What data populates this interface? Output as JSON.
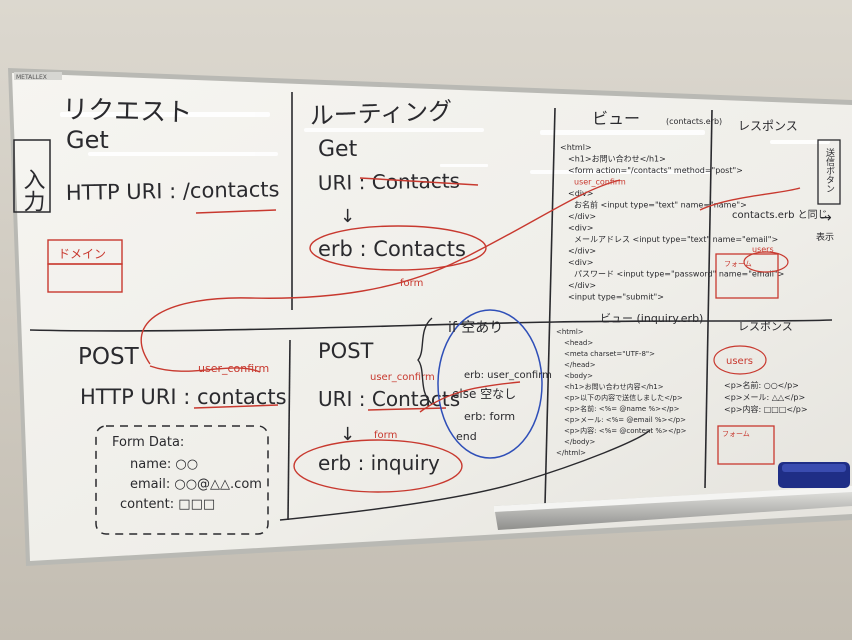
{
  "colors": {
    "wall_top": "#dcd8cf",
    "wall_bottom": "#c3bdb2",
    "board": "#f4f3ee",
    "frame": "#b9b9b4",
    "marker_black": "#2a2a2e",
    "marker_red": "#c8392f",
    "marker_blue": "#2f4fb8",
    "eraser": "#1f2e86"
  },
  "brand": "METALLEX",
  "request": {
    "heading": "リクエスト",
    "input_label": "入力",
    "get_method": "Get",
    "get_uri": "HTTP URI : /contacts",
    "domain_note": "ドメイン",
    "post_method": "POST",
    "post_uri": "HTTP URI : contacts",
    "user_confirm_note": "user_confirm",
    "form_data": {
      "title": "Form Data:",
      "name": "name: ○○",
      "email": "email: ○○@△△.com",
      "content": "content: □□□"
    }
  },
  "routing": {
    "heading": "ルーティング",
    "get_method": "Get",
    "get_uri": "URI : Contacts",
    "get_erb": "erb : Contacts",
    "form_note": "form",
    "post_method": "POST",
    "post_uri": "URI : Contacts",
    "user_confirm_note": "user_confirm",
    "form_note_2": "form",
    "post_erb": "erb : inquiry",
    "branch": {
      "if": "if 空あり",
      "line1": "erb: user_confirm",
      "else": "else 空なし",
      "line2": "erb: form",
      "end": "end"
    }
  },
  "view": {
    "heading": "ビュー",
    "heading_note": "(contacts.erb)",
    "code_top": [
      "<html>",
      "<h1>お問い合わせ</h1>",
      "<form action=\"/contacts\" method=\"post\">",
      "user_confirm",
      "<div>",
      "お名前 <input type=\"text\" name=\"name\">",
      "</div>",
      "<div>",
      "メールアドレス <input type=\"text\" name=\"email\">",
      "</div>",
      "<div>",
      "パスワード <input type=\"password\" name=\"email\">",
      "</div>",
      "<input type=\"submit\">"
    ],
    "heading2": "ビュー (inquiry.erb)",
    "code_bottom": [
      "<html>",
      "<head>",
      "<meta charset=\"UTF-8\">",
      "</head>",
      "<body>",
      "<h1>お問い合わせ内容</h1>",
      "<p>以下の内容で送信しました</p>",
      "<p>名前: <%= @name %></p>",
      "<p>メール: <%= @email %></p>",
      "<p>内容: <%= @content %></p>",
      "</body>",
      "</html>"
    ]
  },
  "response": {
    "heading": "レスポンス",
    "note": "contacts.erb と同じ",
    "user_label": "users",
    "field_label": "フォーム",
    "heading2": "レスポンス",
    "users_label": "users",
    "lines": [
      "<p>名前: ○○</p>",
      "<p>メール: △△</p>",
      "<p>内容: □□□</p>"
    ],
    "field_label2": "フォーム"
  },
  "side": {
    "vertical": "送信ボタン",
    "arrow_label": "→",
    "bottom": "表示"
  }
}
